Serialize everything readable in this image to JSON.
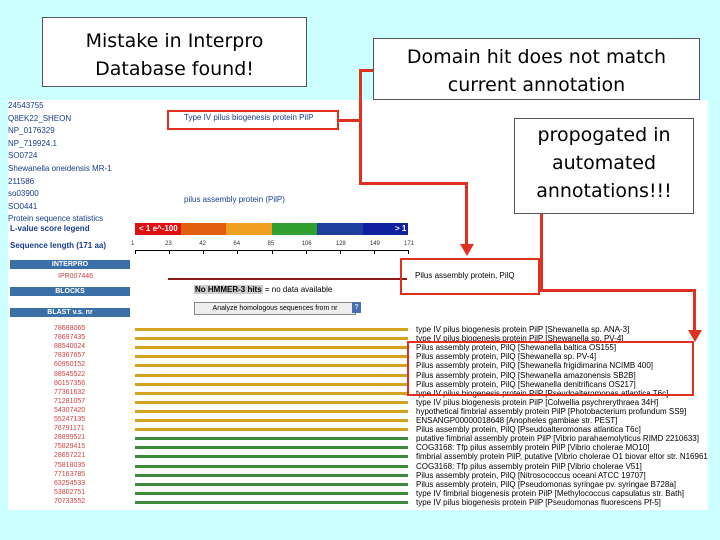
{
  "callouts": {
    "left": [
      "Mistake in Interpro",
      "Database found!"
    ],
    "right": [
      "Domain hit does not match",
      "current annotation"
    ],
    "middle": [
      "propogated in",
      "automated",
      "annotations!!!"
    ]
  },
  "meta_lines": [
    "24543755",
    "Q8EK22_SHEON",
    "NP_0176329",
    "NP_719924.1",
    "SO0724",
    "Shewanella oneidensis MR-1",
    "211586",
    "so03900",
    "SO0441",
    "Protein sequence statistics"
  ],
  "protein_desc": "Type IV pilus biogenesis protein PilP",
  "protein_desc2": "pilus assembly protein (PilP)",
  "legend": {
    "label": "L-value score legend",
    "left": "< 1 e^-100",
    "right": "> 1"
  },
  "colorbar_colors": [
    "#e01010",
    "#e06010",
    "#f0a020",
    "#30a030",
    "#2040a0",
    "#1020a0"
  ],
  "sequence_length_label": "Sequence length (171 aa)",
  "ticks": [
    "1",
    "23",
    "42",
    "64",
    "85",
    "106",
    "128",
    "149",
    "171"
  ],
  "sections": {
    "interpro": "INTERPRO",
    "blocks": "BLOCKS",
    "blast": "BLAST v.s. nr"
  },
  "interpro_acc": "IPR007446",
  "interpro_hit": "Pilus assembly protein, PilQ",
  "nohits": {
    "bold": "No HMMER-3 hits",
    "rest": "= no data available"
  },
  "analyze_button": "Analyze homologous sequences from nr",
  "help_icon": "?",
  "blast_hits": [
    {
      "acc": "78688065",
      "color": "#d6a020",
      "desc": "type IV pilus biogenesis protein PilP [Shewanella sp. ANA-3]"
    },
    {
      "acc": "78697435",
      "color": "#d6a020",
      "desc": "type IV pilus biogenesis protein PilP [Shewanella sp. PV-4]"
    },
    {
      "acc": "88540024",
      "color": "#d6a020",
      "desc": "Pilus assembly protein, PilQ [Shewanella baltica OS155]"
    },
    {
      "acc": "78367657",
      "color": "#d6a020",
      "desc": "Pilus assembly protein, PilQ [Shewanella sp. PV-4]"
    },
    {
      "acc": "60950152",
      "color": "#d6a020",
      "desc": "Pilus assembly protein, PilQ [Shewanella frigidimarina NCIMB 400]"
    },
    {
      "acc": "88545522",
      "color": "#d6a020",
      "desc": "Pilus assembly protein, PilQ [Shewanella amazonensis SB2B]"
    },
    {
      "acc": "80157356",
      "color": "#d6a020",
      "desc": "Pilus assembly protein, PilQ [Shewanella denitrificans OS217]"
    },
    {
      "acc": "77361632",
      "color": "#d6a020",
      "desc": "type IV pilus biogenesis protein PilP [Pseudoalteromonas atlantica T6c]"
    },
    {
      "acc": "71281057",
      "color": "#d6a020",
      "desc": "type IV pilus biogenesis protein PilP [Colwellia psychrerythraea 34H]"
    },
    {
      "acc": "54307420",
      "color": "#d6a020",
      "desc": "hypothetical fimbrial assembly protein PilP [Photobacterium profundum SS9]"
    },
    {
      "acc": "55247135",
      "color": "#d6a020",
      "desc": "ENSANGP00000018648 [Anopheles gambiae str. PEST]"
    },
    {
      "acc": "76791171",
      "color": "#d6a020",
      "desc": "Pilus assembly protein, PilQ [Pseudoalteromonas atlantica T6c]"
    },
    {
      "acc": "28899521",
      "color": "#3a8a3a",
      "desc": "putative fimbrial assembly protein PilP [Vibrio parahaemolyticus RIMD 2210633]"
    },
    {
      "acc": "75829415",
      "color": "#3a8a3a",
      "desc": "COG3168: Tfp pilus assembly protein PilP [Vibrio cholerae MO10]"
    },
    {
      "acc": "28657221",
      "color": "#3a8a3a",
      "desc": "fimbrial assembly protein PilP, putative [Vibrio cholerae O1 biovar eltor str. N16961]"
    },
    {
      "acc": "75818035",
      "color": "#3a8a3a",
      "desc": "COG3168: Tfp pilus assembly protein PilP [Vibrio cholerae V51]"
    },
    {
      "acc": "77163785",
      "color": "#3a8a3a",
      "desc": "Pilus assembly protein, PilQ [Nitrosococcus oceani ATCC 19707]"
    },
    {
      "acc": "63254533",
      "color": "#3a8a3a",
      "desc": "Pilus assembly protein, PilQ [Pseudomonas syringae pv. syringae B728a]"
    },
    {
      "acc": "53802751",
      "color": "#3a8a3a",
      "desc": "type IV fimbrial biogenesis protein PilP [Methylococcus capsulatus str. Bath]"
    },
    {
      "acc": "70733552",
      "color": "#3a8a3a",
      "desc": "type IV pilus biogenesis protein PilP [Pseudomonas fluorescens Pf-5]"
    }
  ]
}
